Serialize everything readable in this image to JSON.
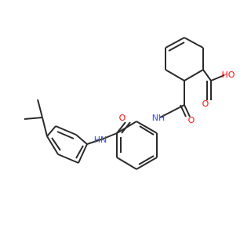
{
  "molecule": {
    "atoms": {
      "acid_o": "O",
      "acid_oh": "HO",
      "amide1_o": "O",
      "amide1_nh": "HN",
      "amide2_o": "O",
      "amide2_nh": "NH"
    },
    "colors": {
      "bond": "#2b2b2b",
      "oxygen": "#ff0d0d",
      "nitrogen": "#3050f8",
      "background": "#ffffff"
    }
  }
}
